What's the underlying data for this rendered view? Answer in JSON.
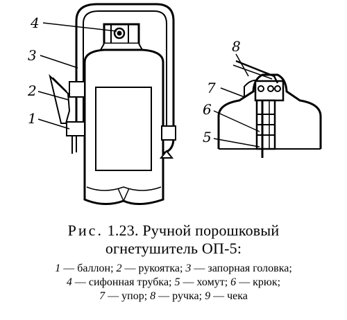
{
  "figure": {
    "left_callouts": [
      "4",
      "3",
      "2",
      "1"
    ],
    "right_callouts": [
      "8",
      "7",
      "6",
      "5"
    ]
  },
  "caption": {
    "lead": "Рис.",
    "title_line1": " 1.23. Ручной порошковый",
    "title_line2": "огнетушитель ОП-5:"
  },
  "legend": [
    {
      "num": "1",
      "text": " — баллон; "
    },
    {
      "num": "2",
      "text": " — рукоятка; "
    },
    {
      "num": "3",
      "text": " — запорная головка;"
    },
    {
      "num": "4",
      "text": " — сифонная трубка; "
    },
    {
      "num": "5",
      "text": " — хомут; "
    },
    {
      "num": "6",
      "text": " — крюк;"
    },
    {
      "num": "7",
      "text": " — упор; "
    },
    {
      "num": "8",
      "text": " — ручка; "
    },
    {
      "num": "9",
      "text": " — чека"
    }
  ]
}
